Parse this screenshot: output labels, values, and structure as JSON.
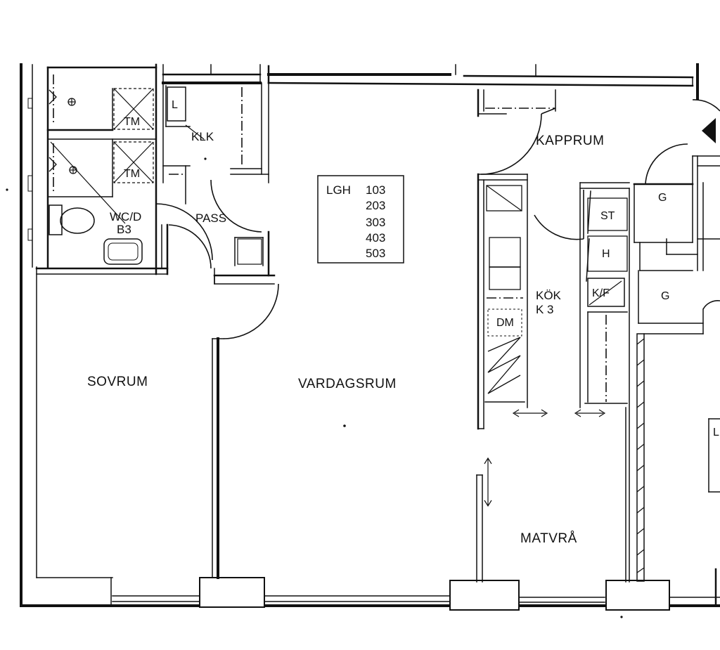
{
  "rooms": {
    "sovrum": "SOVRUM",
    "vardagsrum": "VARDAGSRUM",
    "matvra": "MATVRÅ",
    "kok": "KÖK",
    "kok_code": "K 3",
    "kapprum": "KAPPRUM",
    "pass": "PASS",
    "klk": "KLK",
    "wc": "WC/D",
    "wc_code": "B3"
  },
  "apartment": {
    "label": "LGH",
    "numbers": [
      "103",
      "203",
      "303",
      "403",
      "503"
    ]
  },
  "fixtures": {
    "tm_top": "TM",
    "tm_bottom": "TM",
    "l_closet": "L",
    "st": "ST",
    "h": "H",
    "kf": "K/F",
    "dm": "DM",
    "g_top": "G",
    "g_bottom": "G",
    "l_edge": "L"
  },
  "colors": {
    "ink": "#111111",
    "paper": "#ffffff"
  }
}
